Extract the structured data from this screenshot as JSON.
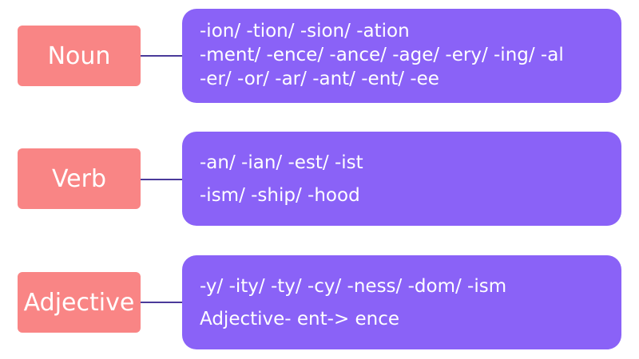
{
  "rows": [
    {
      "label": "Noun",
      "lines": [
        "-ion/ -tion/ -sion/ -ation",
        "-ment/ -ence/ -ance/ -age/ -ery/ -ing/ -al",
        "-er/ -or/ -ar/ -ant/ -ent/ -ee"
      ]
    },
    {
      "label": "Verb",
      "lines": [
        "-an/ -ian/ -est/ -ist",
        "-ism/ -ship/ -hood"
      ]
    },
    {
      "label": "Adjective",
      "lines": [
        "-y/ -ity/ -ty/ -cy/ -ness/ -dom/ -ism",
        "Adjective- ent-> ence"
      ]
    }
  ],
  "colors": {
    "label_fill": "#f98585",
    "content_fill": "#8a62f7",
    "connector": "#4a3a9a",
    "text": "#ffffff"
  }
}
